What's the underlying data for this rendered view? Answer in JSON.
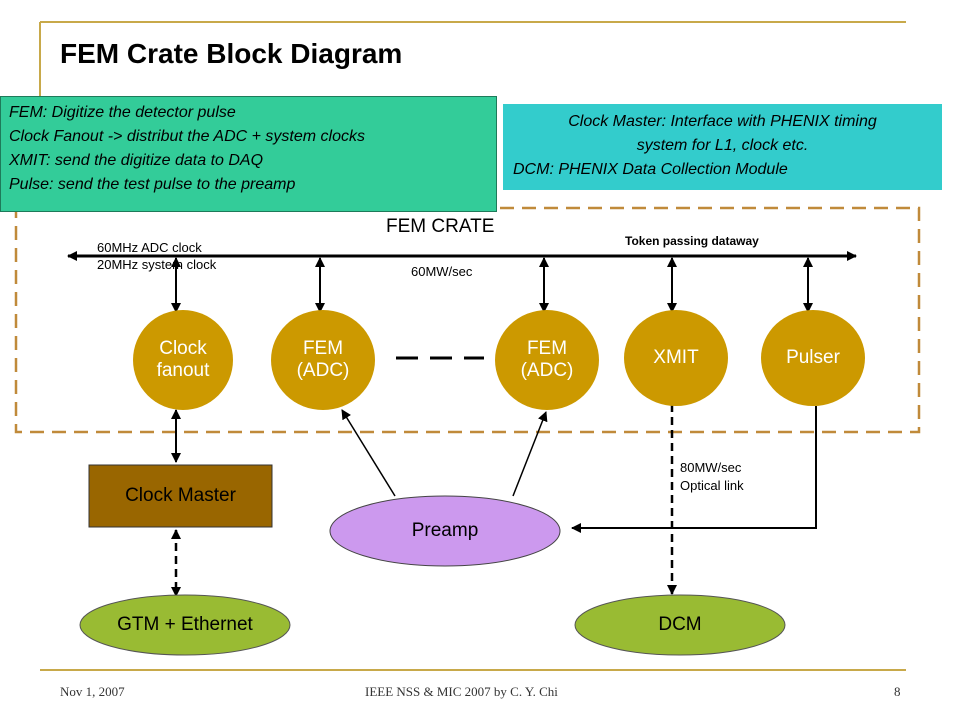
{
  "title": "FEM Crate Block Diagram",
  "notes": {
    "left": [
      "FEM: Digitize the detector pulse",
      "Clock Fanout -> distribut the ADC + system clocks",
      "XMIT: send the digitize data to DAQ",
      "Pulse: send the test pulse to the preamp"
    ],
    "right": [
      "Clock Master: Interface with PHENIX timing",
      "system for L1, clock etc.",
      "DCM: PHENIX Data Collection Module"
    ]
  },
  "crate_label": "FEM CRATE",
  "bus": {
    "clock_label_1": "60MHz ADC clock",
    "clock_label_2": "20MHz system clock",
    "rate_label": "60MW/sec",
    "token_label": "Token passing dataway"
  },
  "nodes": {
    "clock_fanout": [
      "Clock",
      "fanout"
    ],
    "fem1": [
      "FEM",
      "(ADC)"
    ],
    "fem2": [
      "FEM",
      "(ADC)"
    ],
    "xmit": "XMIT",
    "pulser": "Pulser",
    "clock_master": "Clock Master",
    "preamp": "Preamp",
    "gtm": "GTM + Ethernet",
    "dcm": "DCM"
  },
  "optical": {
    "rate": "80MW/sec",
    "label": "Optical link"
  },
  "footer": {
    "date": "Nov 1, 2007",
    "conference": "IEEE NSS & MIC 2007 by C. Y. Chi",
    "page": "8"
  },
  "colors": {
    "slide_rule": "#c8a94a",
    "node_fill": "#cc9900",
    "node_text": "#ffffff",
    "clock_master_fill": "#996600",
    "preamp_fill": "#cc99ee",
    "dcm_fill": "#99bb33",
    "crate_border": "#c08a3a",
    "note_left_fill": "#33cc99",
    "note_right_fill": "#33cccc"
  }
}
